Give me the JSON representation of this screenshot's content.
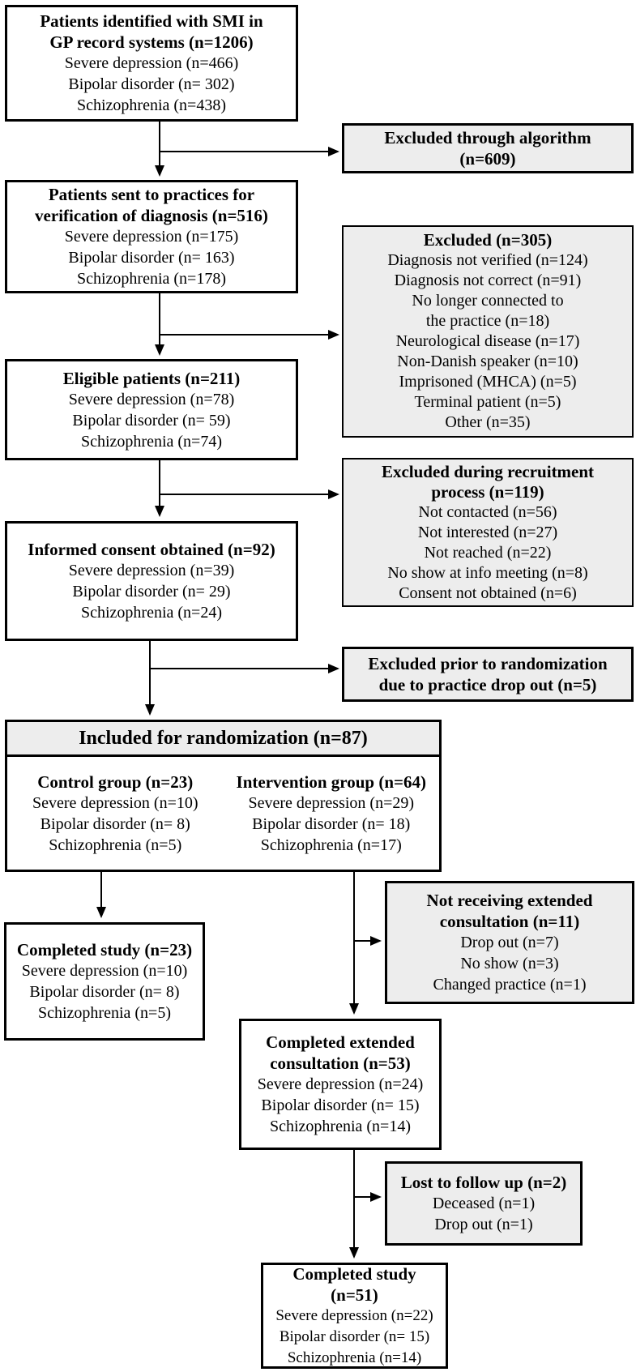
{
  "boxes": {
    "smi": {
      "title_lines": [
        "Patients identified with SMI in",
        "GP record systems (n=1206)"
      ],
      "lines": [
        "Severe depression (n=466)",
        "Bipolar disorder (n= 302)",
        "Schizophrenia (n=438)"
      ]
    },
    "excluded_algorithm": {
      "title_lines": [
        "Excluded through algorithm",
        "(n=609)"
      ]
    },
    "sent_to_practices": {
      "title_lines": [
        "Patients sent to practices for",
        "verification of diagnosis (n=516)"
      ],
      "lines": [
        "Severe depression (n=175)",
        "Bipolar disorder (n= 163)",
        "Schizophrenia (n=178)"
      ]
    },
    "excluded_verification": {
      "title": "Excluded (n=305)",
      "lines": [
        "Diagnosis not verified (n=124)",
        "Diagnosis not correct (n=91)",
        "No longer connected to",
        "the practice (n=18)",
        "Neurological disease (n=17)",
        "Non-Danish speaker (n=10)",
        "Imprisoned (MHCA) (n=5)",
        "Terminal patient (n=5)",
        "Other (n=35)"
      ]
    },
    "eligible": {
      "title": "Eligible patients (n=211)",
      "lines": [
        "Severe depression (n=78)",
        "Bipolar disorder (n= 59)",
        "Schizophrenia (n=74)"
      ]
    },
    "excluded_recruitment": {
      "title_lines": [
        "Excluded during recruitment",
        "process (n=119)"
      ],
      "lines": [
        "Not contacted (n=56)",
        "Not interested (n=27)",
        "Not reached (n=22)",
        "No show at info meeting (n=8)",
        "Consent not obtained (n=6)"
      ]
    },
    "informed_consent": {
      "title": "Informed consent obtained (n=92)",
      "lines": [
        "Severe depression (n=39)",
        "Bipolar disorder (n= 29)",
        "Schizophrenia (n=24)"
      ]
    },
    "excluded_randomization": {
      "title_lines": [
        "Excluded prior to randomization",
        "due to practice drop out (n=5)"
      ]
    },
    "randomization": {
      "header": "Included for randomization (n=87)",
      "control": {
        "title": "Control group (n=23)",
        "lines": [
          "Severe depression (n=10)",
          "Bipolar disorder (n= 8)",
          "Schizophrenia (n=5)"
        ]
      },
      "intervention": {
        "title": "Intervention group (n=64)",
        "lines": [
          "Severe depression (n=29)",
          "Bipolar disorder (n= 18)",
          "Schizophrenia (n=17)"
        ]
      }
    },
    "not_receiving": {
      "title_lines": [
        "Not receiving extended",
        "consultation  (n=11)"
      ],
      "lines": [
        "Drop out (n=7)",
        "No show (n=3)",
        "Changed practice (n=1)"
      ]
    },
    "completed_control": {
      "title": "Completed study (n=23)",
      "lines": [
        "Severe depression (n=10)",
        "Bipolar disorder (n= 8)",
        "Schizophrenia (n=5)"
      ]
    },
    "completed_extended": {
      "title_lines": [
        "Completed extended",
        "consultation (n=53)"
      ],
      "lines": [
        "Severe depression (n=24)",
        "Bipolar disorder (n= 15)",
        "Schizophrenia (n=14)"
      ]
    },
    "lost_follow_up": {
      "title": "Lost to follow up (n=2)",
      "lines": [
        "Deceased (n=1)",
        "Drop out (n=1)"
      ]
    },
    "completed_final": {
      "title": "Completed study (n=51)",
      "lines": [
        "Severe depression (n=22)",
        "Bipolar disorder (n= 15)",
        "Schizophrenia (n=14)"
      ]
    }
  },
  "colors": {
    "shaded_box_bg": "#ededed",
    "box_border": "#000000",
    "arrow": "#000000"
  }
}
